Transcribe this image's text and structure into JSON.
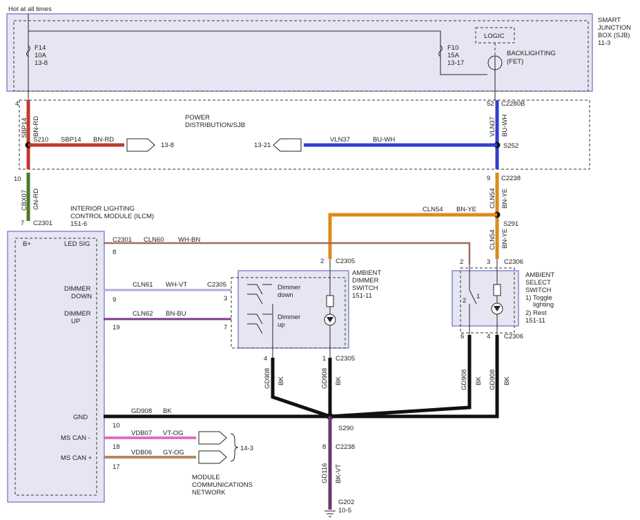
{
  "diagram": {
    "hot_label": "Hot at all times",
    "sjb": {
      "name": [
        "SMART",
        "JUNCTION",
        "BOX (SJB)",
        "11-3"
      ],
      "f14": [
        "F14",
        "10A",
        "13-8"
      ],
      "f10": [
        "F10",
        "15A",
        "13-17"
      ],
      "logic": "LOGIC",
      "backlighting": [
        "BACKLIGHTING",
        "(FET)"
      ]
    },
    "power_dist": [
      "POWER",
      "DISTRIBUTION/SJB"
    ],
    "left_feed": {
      "pin_4": "4",
      "circuit_sbp14": "SBP14",
      "color_bnrd": "BN-RD",
      "splice_s210": "S210",
      "branch_circuit": "SBP14",
      "branch_color": "BN-RD",
      "ref_13_8": "13-8",
      "pin_10": "10",
      "circuit_cbx07": "CBX07",
      "color_gnrd": "GN-RD",
      "pin_7": "7",
      "conn_c2301": "C2301"
    },
    "right_feed": {
      "pin_52": "52",
      "conn_c2280b": "C2280B",
      "circuit_vln37": "VLN37",
      "color_buwh": "BU-WH",
      "splice_s252": "S252",
      "ref_13_21": "13-21",
      "branch_circuit": "VLN37",
      "branch_color": "BU-WH",
      "pin_9": "9",
      "conn_c2238": "C2238",
      "circuit_cln54": "CLN54",
      "color_bnye": "BN-YE",
      "splice_s291": "S291",
      "branch_circuit2": "CLN54",
      "branch_color2": "BN-YE"
    },
    "ilcm": {
      "name": [
        "INTERIOR LIGHTING",
        "CONTROL MODULE (ILCM)",
        "151-6"
      ],
      "bplus": "B+",
      "pins": [
        {
          "label": "LED SIG",
          "conn": "C2301",
          "pin": "8",
          "circuit": "CLN60",
          "color": "WH-BN"
        },
        {
          "label": "DIMMER\nDOWN",
          "pin": "9",
          "circuit": "CLN61",
          "color": "WH-VT",
          "far_conn": "C2305",
          "far_pin": "3"
        },
        {
          "label": "DIMMER\nUP",
          "pin": "19",
          "circuit": "CLN62",
          "color": "BN-BU",
          "far_pin": "7"
        },
        {
          "label": "GND",
          "pin": "10",
          "circuit": "GD908",
          "color": "BK"
        },
        {
          "label": "MS CAN -",
          "pin": "18",
          "circuit": "VDB07",
          "color": "VT-OG"
        },
        {
          "label": "MS CAN +",
          "pin": "17",
          "circuit": "VDB06",
          "color": "GY-OG"
        }
      ],
      "can_ref": "14-3",
      "network": [
        "MODULE",
        "COMMUNICATIONS",
        "NETWORK"
      ]
    },
    "dimmer_switch": {
      "name": [
        "AMBIENT",
        "DIMMER",
        "SWITCH",
        "151-11"
      ],
      "down": [
        "Dimmer",
        "down"
      ],
      "up": [
        "Dimmer",
        "up"
      ],
      "pin_2": "2",
      "conn_top": "C2305",
      "pin_4": "4",
      "pin_1": "1",
      "conn_bottom": "C2305",
      "wire_left": "GD908",
      "wire_left_color": "BK",
      "wire_right": "GD908",
      "wire_right_color": "BK"
    },
    "select_switch": {
      "name": [
        "AMBIENT",
        "SELECT",
        "SWITCH",
        "1) Toggle",
        "lighting",
        "2) Rest",
        "151-11"
      ],
      "pin_2": "2",
      "pin_3": "3",
      "conn_top": "C2306",
      "sw_2": "2",
      "sw_1": "1",
      "pin_6": "6",
      "pin_4": "4",
      "conn_bottom": "C2306",
      "wire_left": "GD908",
      "wire_left_color": "BK",
      "wire_right": "GD908",
      "wire_right_color": "BK",
      "cln54": "CLN54",
      "bnye": "BN-YE"
    },
    "ground": {
      "splice_s290": "S290",
      "pin_8": "8",
      "conn_c2238": "C2238",
      "circuit": "GD116",
      "color": "BK-VT",
      "g202": "G202",
      "ref": "10-5"
    }
  },
  "colors": {
    "bnrd": "#c0392b",
    "gnrd": "#4a7a2a",
    "buwh": "#2f3fd0",
    "bnye": "#e08a1a",
    "whbn": "#a06a5a",
    "whvt": "#b9a7d8",
    "bnbu": "#7a3a8a",
    "vtog": "#e070c0",
    "gyog": "#b08a60",
    "bkvt": "#6a3a6a",
    "box_fill": "#e6e6f3",
    "box_stroke": "#6a6ac8"
  }
}
